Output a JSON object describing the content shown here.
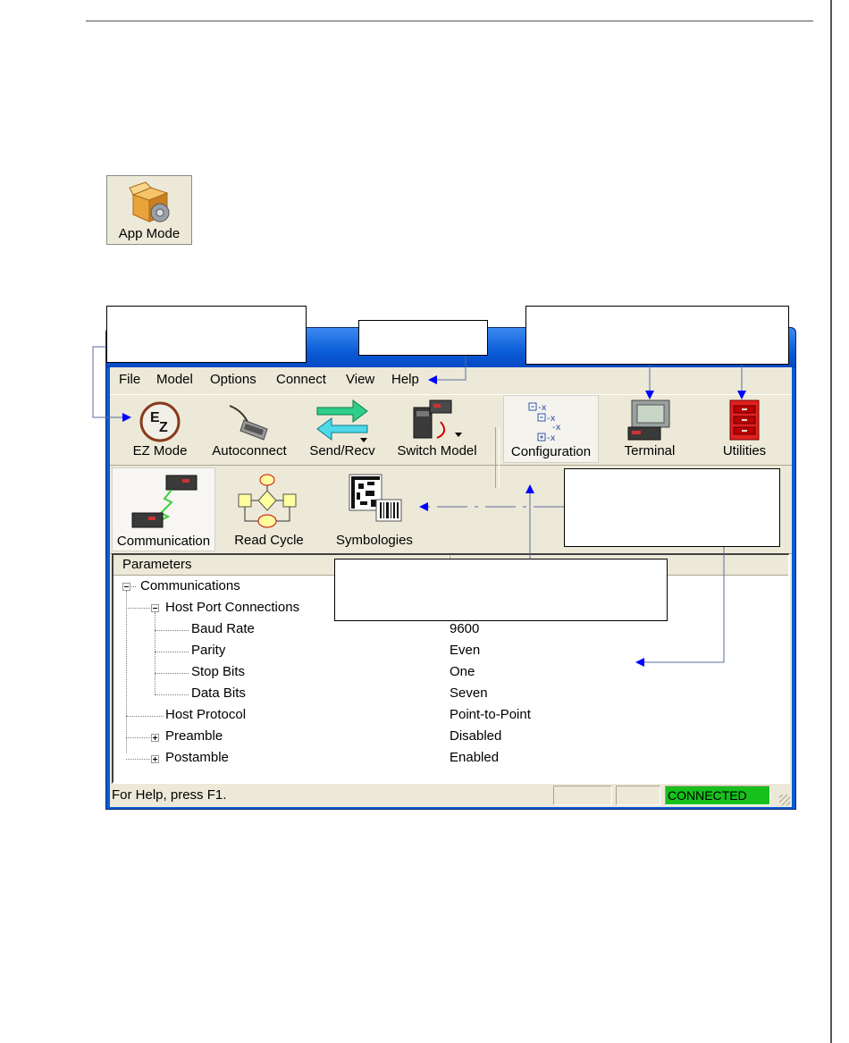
{
  "app_mode": {
    "label": "App Mode"
  },
  "menu": [
    "File",
    "Model",
    "Options",
    "Connect",
    "View",
    "Help"
  ],
  "toolbar1": [
    {
      "name": "ez-mode",
      "label": "EZ Mode"
    },
    {
      "name": "autoconnect",
      "label": "Autoconnect"
    },
    {
      "name": "send-recv",
      "label": "Send/Recv"
    },
    {
      "name": "switch-model",
      "label": "Switch Model"
    },
    {
      "name": "configuration",
      "label": "Configuration"
    },
    {
      "name": "terminal",
      "label": "Terminal"
    },
    {
      "name": "utilities",
      "label": "Utilities"
    }
  ],
  "toolbar2": [
    {
      "name": "communication",
      "label": "Communication"
    },
    {
      "name": "read-cycle",
      "label": "Read Cycle"
    },
    {
      "name": "symbologies",
      "label": "Symbologies"
    }
  ],
  "tree": {
    "header": "Parameters",
    "rows": [
      {
        "label": "Communications",
        "value": ""
      },
      {
        "label": "Host Port Connections",
        "value": ""
      },
      {
        "label": "Baud Rate",
        "value": "9600"
      },
      {
        "label": "Parity",
        "value": "Even"
      },
      {
        "label": "Stop Bits",
        "value": "One"
      },
      {
        "label": "Data Bits",
        "value": "Seven"
      },
      {
        "label": "Host Protocol",
        "value": "Point-to-Point"
      },
      {
        "label": "Preamble",
        "value": "Disabled"
      },
      {
        "label": "Postamble",
        "value": "Enabled"
      }
    ]
  },
  "status": {
    "help": "For Help, press F1.",
    "connection": "CONNECTED"
  },
  "colors": {
    "titlebar": "#0a5bd6",
    "connected": "#17c01b",
    "arrow": "#0000ff"
  }
}
